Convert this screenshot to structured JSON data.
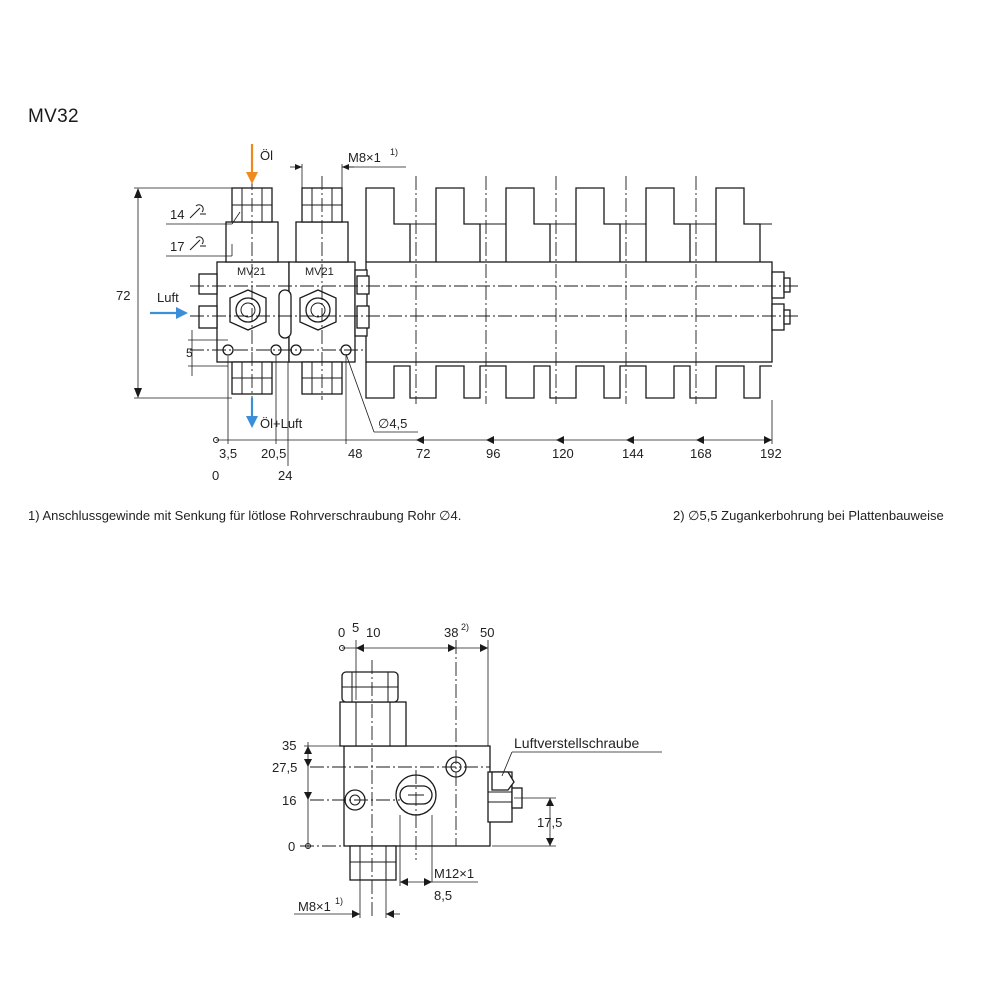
{
  "title": "MV32",
  "top_view": {
    "labels": {
      "oil_in": "Öl",
      "air": "Luft",
      "oil_air": "Öl+Luft",
      "thread": "M8×1",
      "thread_note": "1)",
      "wrench_14": "14",
      "wrench_17": "17",
      "module_1": "MV21",
      "module_2": "MV21",
      "hole_dia": "∅4,5",
      "height": "72",
      "five": "5"
    },
    "x_ticks": [
      "0",
      "3,5",
      "20,5",
      "24",
      "48",
      "72",
      "96",
      "120",
      "144",
      "168",
      "192"
    ]
  },
  "notes": {
    "note1": "1) Anschlussgewinde mit Senkung für lötlose Rohrverschraubung Rohr ∅4.",
    "note2": "2) ∅5,5 Zugankerbohrung bei Plattenbauweise"
  },
  "side_view": {
    "top_ticks": [
      "0",
      "5",
      "10",
      "38",
      "50"
    ],
    "top_tick_note": "2)",
    "left_ticks": [
      "35",
      "27,5",
      "16",
      "0"
    ],
    "air_screw": "Luftverstellschraube",
    "right_dim": "17,5",
    "thread_m12": "M12×1",
    "dim_8_5": "8,5",
    "thread_m8": "M8×1",
    "thread_m8_note": "1)"
  },
  "colors": {
    "oil_arrow": "#f08a1c",
    "air_arrow": "#3a8fd8",
    "line": "#1a1a1a"
  }
}
